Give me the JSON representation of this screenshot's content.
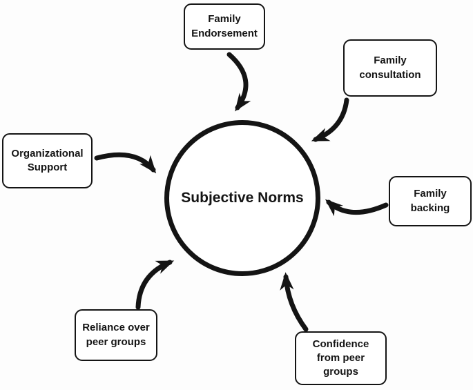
{
  "diagram": {
    "center": {
      "label": "Subjective Norms"
    },
    "nodes": [
      {
        "id": "family-endorsement",
        "label": "Family\nEndorsement"
      },
      {
        "id": "family-consultation",
        "label": "Family\nconsultation"
      },
      {
        "id": "organizational-support",
        "label": "Organizational\nSupport"
      },
      {
        "id": "family-backing",
        "label": "Family backing"
      },
      {
        "id": "reliance-over-peer-groups",
        "label": "Reliance over\npeer groups"
      },
      {
        "id": "confidence-from-peer-groups",
        "label": "Confidence\nfrom peer\ngroups"
      }
    ],
    "colors": {
      "ink": "#141414",
      "background": "#fdfdfd",
      "box_fill": "#ffffff"
    }
  }
}
